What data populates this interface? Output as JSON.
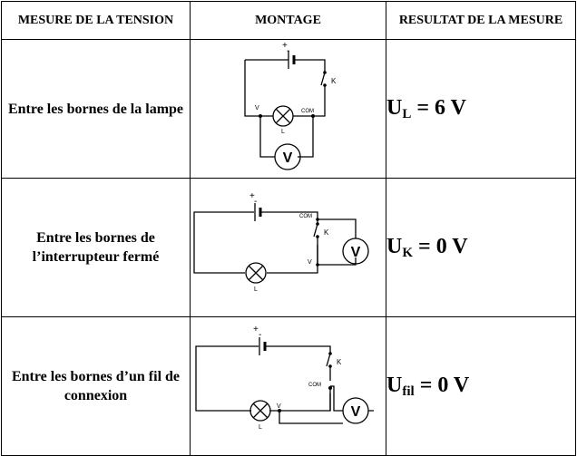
{
  "headers": {
    "col1": "MESURE DE LA TENSION",
    "col2": "MONTAGE",
    "col3": "RESULTAT DE LA MESURE"
  },
  "rows": [
    {
      "description": "Entre les bornes de la lampe",
      "result": {
        "u": "U",
        "sub": "L",
        "rest": " = 6 V"
      },
      "circuit": {
        "plus": "+",
        "minus": "-",
        "switch": "K",
        "lamp": "L",
        "v_terminal": "V",
        "com_terminal": "COM",
        "voltmeter": "V"
      }
    },
    {
      "description": "Entre les bornes de l’interrupteur fermé",
      "result": {
        "u": "U",
        "sub": "K",
        "rest": " = 0 V"
      },
      "circuit": {
        "plus": "+",
        "minus": "-",
        "switch": "K",
        "lamp": "L",
        "v_terminal": "V",
        "com_terminal": "COM",
        "voltmeter": "V"
      }
    },
    {
      "description": "Entre les bornes d’un fil de connexion",
      "result": {
        "u": "U",
        "sub": "fil",
        "rest": " = 0 V"
      },
      "circuit": {
        "plus": "+",
        "minus": "-",
        "switch": "K",
        "lamp": "L",
        "v_terminal": "V",
        "com_terminal": "COM",
        "voltmeter": "V"
      }
    }
  ]
}
